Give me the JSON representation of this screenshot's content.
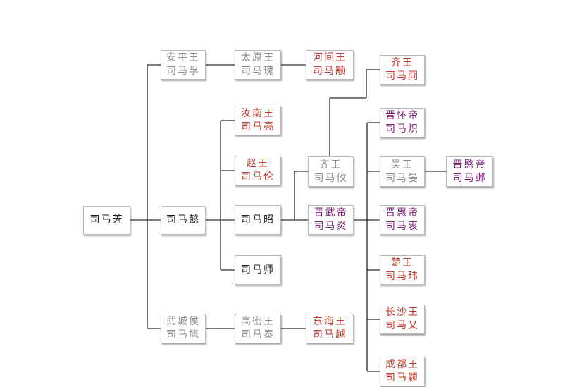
{
  "colors": {
    "grey": "#8a8a8a",
    "red": "#c0392b",
    "purple": "#7a1f73",
    "black": "#222222"
  },
  "nodes": [
    {
      "id": "simafang",
      "color": "black",
      "lines": [
        "司马芳"
      ]
    },
    {
      "id": "simayi",
      "color": "black",
      "lines": [
        "司马懿"
      ]
    },
    {
      "id": "simafu",
      "color": "grey",
      "lines": [
        "安平王",
        "司马孚"
      ]
    },
    {
      "id": "simakui",
      "color": "grey",
      "lines": [
        "太原王",
        "司马瑰"
      ]
    },
    {
      "id": "simayong",
      "color": "red",
      "lines": [
        "河间王",
        "司马颙"
      ]
    },
    {
      "id": "simaliang",
      "color": "red",
      "lines": [
        "汝南王",
        "司马亮"
      ]
    },
    {
      "id": "simalun",
      "color": "red",
      "lines": [
        "赵王",
        "司马伦"
      ]
    },
    {
      "id": "simazhao",
      "color": "black",
      "lines": [
        "司马昭"
      ]
    },
    {
      "id": "simashi",
      "color": "black",
      "lines": [
        "司马师"
      ]
    },
    {
      "id": "simachu",
      "color": "grey",
      "lines": [
        "武城侯",
        "司马馗"
      ]
    },
    {
      "id": "simatai",
      "color": "grey",
      "lines": [
        "高密王",
        "司马泰"
      ]
    },
    {
      "id": "simayue",
      "color": "red",
      "lines": [
        "东海王",
        "司马越"
      ]
    },
    {
      "id": "simayou",
      "color": "grey",
      "lines": [
        "齐王",
        "司马攸"
      ]
    },
    {
      "id": "simajiong",
      "color": "red",
      "lines": [
        "齐王",
        "司马冏"
      ]
    },
    {
      "id": "simayan",
      "color": "purple",
      "lines": [
        "晋武帝",
        "司马炎"
      ]
    },
    {
      "id": "simachi",
      "color": "purple",
      "lines": [
        "晋怀帝",
        "司马炽"
      ]
    },
    {
      "id": "simayan2",
      "color": "grey",
      "lines": [
        "吴王",
        "司马晏"
      ]
    },
    {
      "id": "simaye",
      "color": "purple",
      "lines": [
        "晋愍帝",
        "司马邺"
      ]
    },
    {
      "id": "simazhong",
      "color": "purple",
      "lines": [
        "晋惠帝",
        "司马衷"
      ]
    },
    {
      "id": "simawei",
      "color": "red",
      "lines": [
        "楚王",
        "司马玮"
      ]
    },
    {
      "id": "simaai",
      "color": "red",
      "lines": [
        "长沙王",
        "司马乂"
      ]
    },
    {
      "id": "simaying",
      "color": "red",
      "lines": [
        "成都王",
        "司马颖"
      ]
    }
  ]
}
